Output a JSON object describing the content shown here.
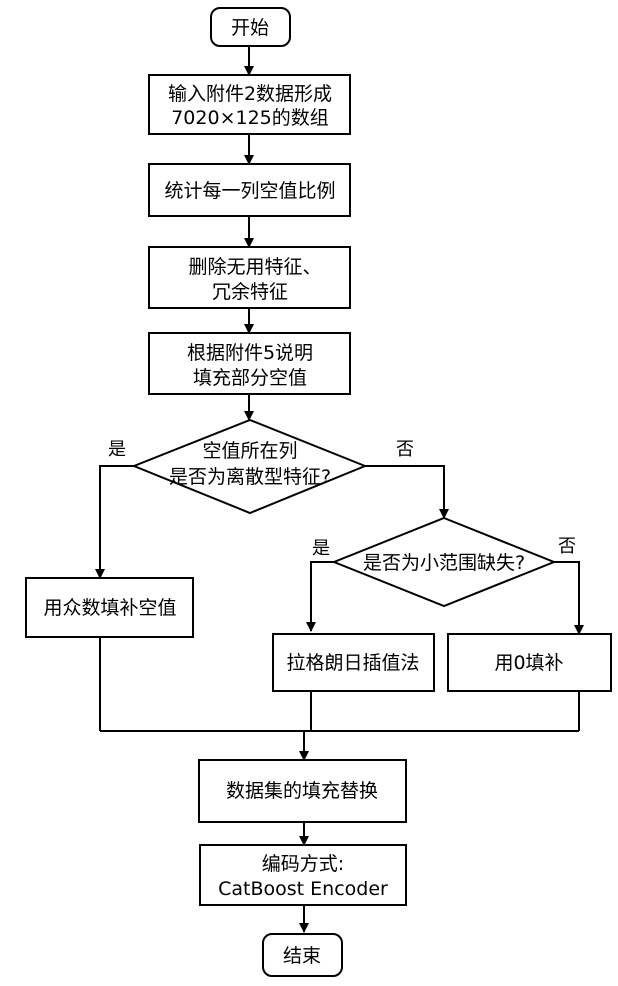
{
  "flowchart": {
    "start": "开始",
    "step_input": [
      "输入附件2数据形成",
      "7020×125的数组"
    ],
    "step_stats": "统计每一列空值比例",
    "step_delete": [
      "删除无用特征、",
      "冗余特征"
    ],
    "step_fill_by_doc": [
      "根据附件5说明",
      "填充部分空值"
    ],
    "decision_discrete": [
      "空值所在列",
      "是否为离散型特征?"
    ],
    "decision_discrete_yes": "是",
    "decision_discrete_no": "否",
    "fill_mode": "用众数填补空值",
    "decision_small_range": "是否为小范围缺失?",
    "decision_small_range_yes": "是",
    "decision_small_range_no": "否",
    "lagrange": "拉格朗日插值法",
    "fill_zero": "用0填补",
    "replace_dataset": "数据集的填充替换",
    "encoding": [
      "编码方式:",
      "CatBoost Encoder"
    ],
    "end": "结束"
  }
}
